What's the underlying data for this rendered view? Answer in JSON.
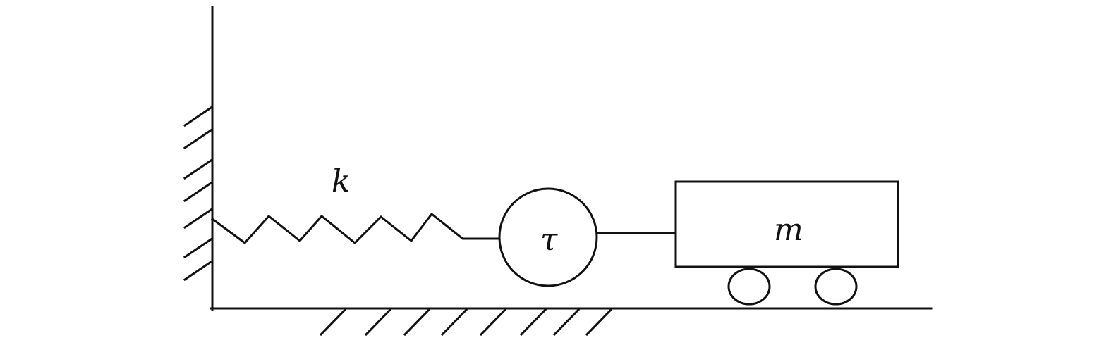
{
  "diagram": {
    "spring_label": "k",
    "damper_label": "τ",
    "mass_label": "m"
  }
}
